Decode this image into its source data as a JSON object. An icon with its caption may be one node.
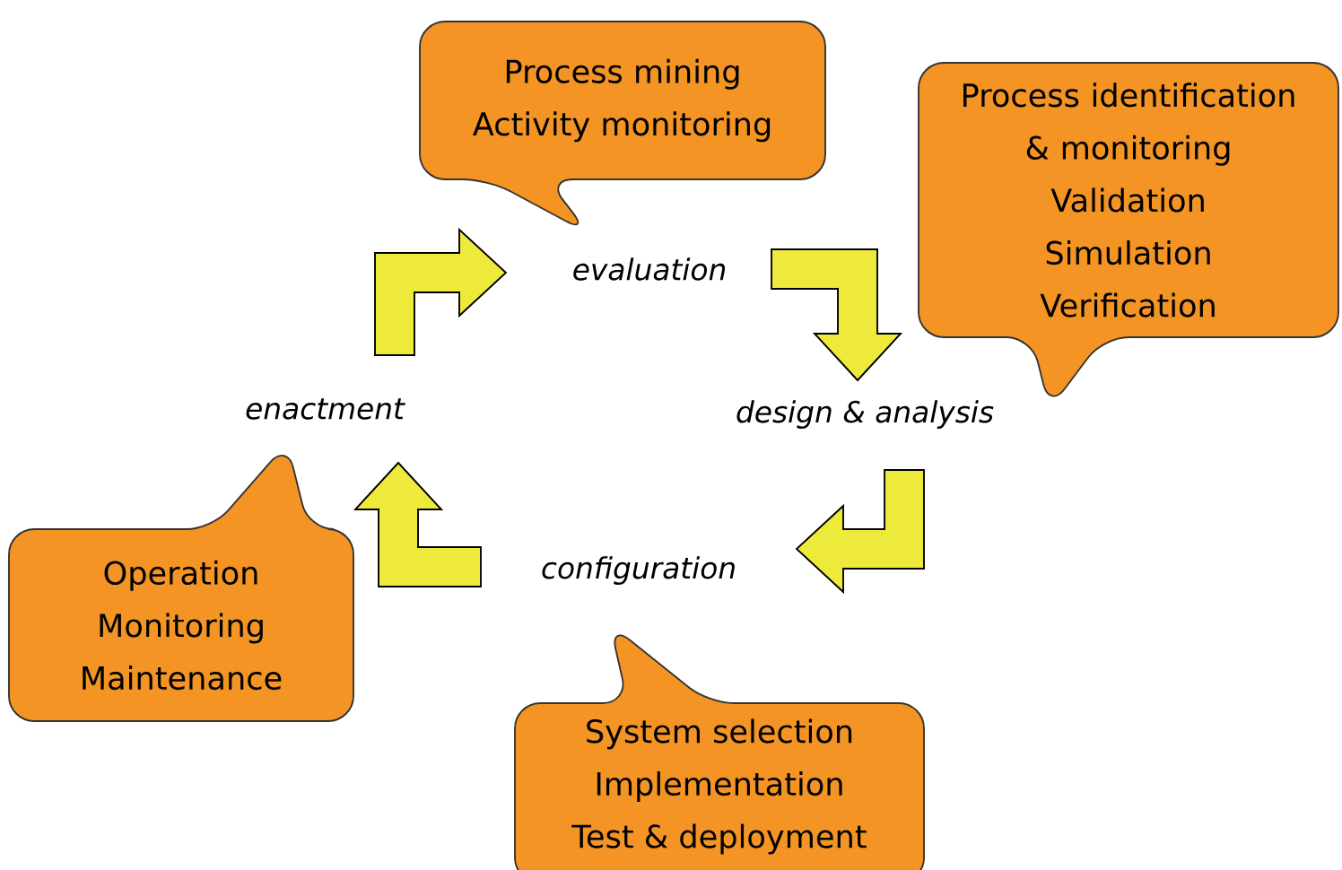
{
  "diagram": {
    "nodes": [
      {
        "text": [
          "evaluation"
        ]
      },
      {
        "text": [
          "design & analysis"
        ]
      },
      {
        "text": [
          "configuration"
        ]
      },
      {
        "text": [
          "enactment"
        ]
      },
      {
        "text": [
          "Process mining",
          "Activity monitoring"
        ]
      },
      {
        "text": [
          "Process identification & monitoring",
          "Validation",
          "Simulation",
          "Verification"
        ]
      },
      {
        "text": [
          "Operation",
          "Monitoring",
          "Maintenance"
        ]
      },
      {
        "text": [
          "System selection",
          "Implementation",
          "Test & deployment"
        ]
      }
    ],
    "edges": [
      {
        "from": 0,
        "to": 1,
        "arrow": "to"
      },
      {
        "from": 1,
        "to": 2,
        "arrow": "to"
      },
      {
        "from": 2,
        "to": 3,
        "arrow": "to"
      },
      {
        "from": 3,
        "to": 0,
        "arrow": "to"
      }
    ]
  }
}
